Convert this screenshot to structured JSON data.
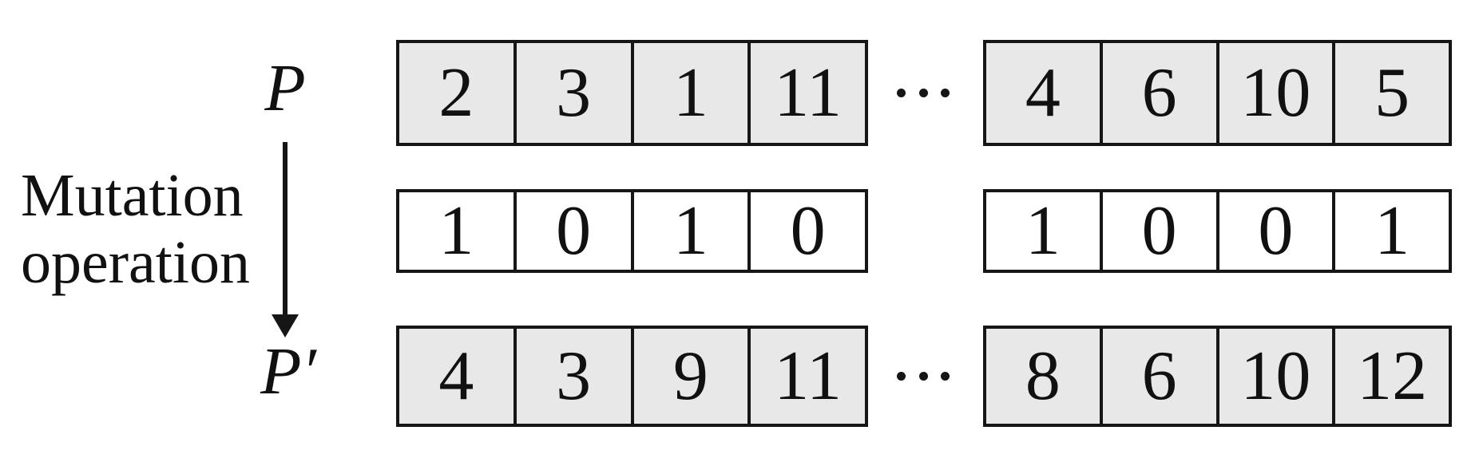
{
  "labels": {
    "parent": "P",
    "offspring": "P′",
    "operation_line1": "Mutation",
    "operation_line2": "operation"
  },
  "rows": [
    {
      "name": "parent-chromosome",
      "shaded": true,
      "left": [
        "2",
        "3",
        "1",
        "11"
      ],
      "right": [
        "4",
        "6",
        "10",
        "5"
      ],
      "has_ellipsis": true
    },
    {
      "name": "mutation-mask",
      "shaded": false,
      "left": [
        "1",
        "0",
        "1",
        "0"
      ],
      "right": [
        "1",
        "0",
        "0",
        "1"
      ],
      "has_ellipsis": false
    },
    {
      "name": "offspring-chromosome",
      "shaded": true,
      "left": [
        "4",
        "3",
        "9",
        "11"
      ],
      "right": [
        "8",
        "6",
        "10",
        "12"
      ],
      "has_ellipsis": true
    }
  ],
  "icons": {
    "mutation_arrow": "↓",
    "ellipsis": "⋯"
  },
  "colors": {
    "border": "#161616",
    "shaded_cell": "#e8e8e8",
    "plain_cell": "#ffffff",
    "text": "#111111",
    "background": "#ffffff"
  }
}
